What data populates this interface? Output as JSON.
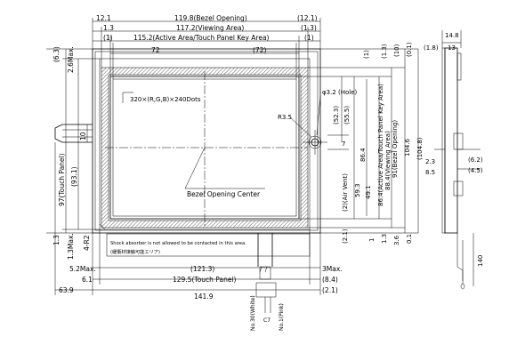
{
  "front_view": {
    "top_dimensions": [
      "12.1",
      "119.8(Bezel Opening)",
      "(12.1)",
      "1.3",
      "117.2(Viewing Area)",
      "(1.3)",
      "(1)",
      "115.2(Active Area/Touch Panel Key Area)",
      "(1)"
    ],
    "inner_top": [
      "72",
      "(72)"
    ],
    "left_dimensions": [
      "(6.3)",
      "2.6Max.",
      "97(Touch Panel)",
      "(93.1)",
      "10",
      "1.3",
      "1.3Max.",
      "4-R2"
    ],
    "bottom_dimensions": [
      "5.2Max.",
      "6.1",
      "(121.3)",
      "3Max.",
      "(8.4)",
      "129.5(Touch Panel)",
      "63.9",
      "141.9",
      "(2.1)"
    ],
    "resolution_label": "320×(R,G,B)×240Dots",
    "bezel_center_label": "Bezel Opening Center",
    "hole_label": "φ3.2 (Hole)",
    "radius_label": "R3.5",
    "hole_offset": "7",
    "shock_note": "Shock absorber is not allowed to be contacted in this area.",
    "shock_note_jp": "(緩衝材接触可能エリア)",
    "right_dimensions": [
      "(52.3)",
      "(55.5)",
      "(1)",
      "(1.3)",
      "(10)",
      "(0.1)",
      "86.4",
      "88.4(Viewing Area)",
      "86.4(Active Area/Touch Panel Key Area)",
      "91(Bezel Opening)",
      "104.6",
      "(104.8)",
      "59.3",
      "49.1",
      "(2)(Air Vent)",
      "(2.1)",
      "1",
      "1.3",
      "3.6",
      "0.1"
    ],
    "cable_labels": [
      "No.30(White)",
      "No.1(Pink)",
      "C7"
    ]
  },
  "side_view": {
    "dimensions": [
      "14.8",
      "(1.8)",
      "13",
      "2.3",
      "8.5",
      "(6.2)",
      "(4.5)",
      "140"
    ]
  }
}
